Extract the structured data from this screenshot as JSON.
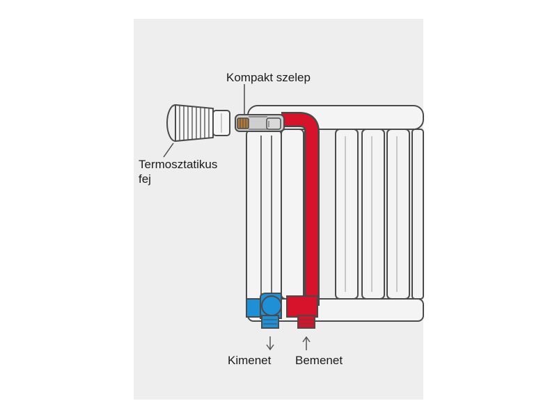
{
  "labels": {
    "valve": "Kompakt szelep",
    "thermostat_line1": "Termosztatikus",
    "thermostat_line2": "fej",
    "outlet": "Kimenet",
    "inlet": "Bemenet"
  },
  "colors": {
    "background": "#eeeeee",
    "outline": "#4a4a4a",
    "radiator_fill": "#f4f4f4",
    "hot_pipe": "#d7132b",
    "cold_pipe": "#1f8fd6",
    "valve_body": "#c9c9c9",
    "valve_accent": "#b07a3e"
  }
}
